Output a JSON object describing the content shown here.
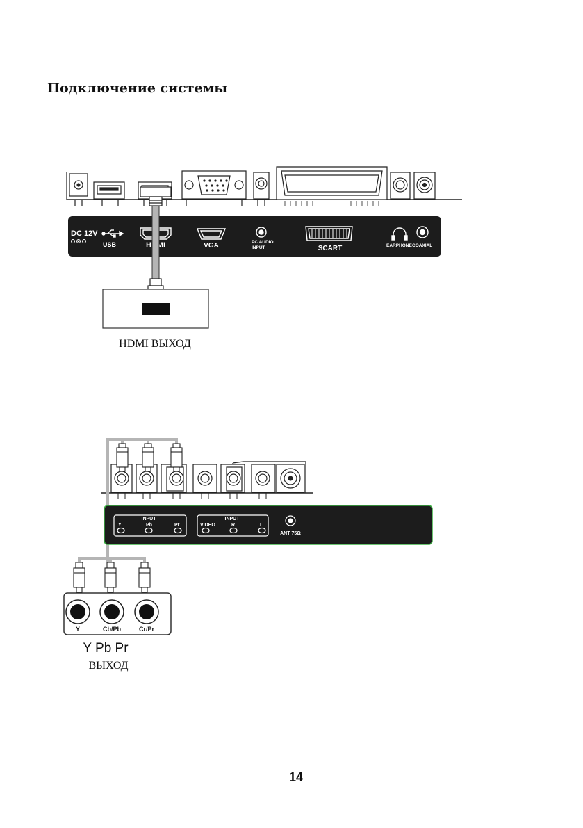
{
  "page": {
    "title": "Подключение системы",
    "page_number": "14"
  },
  "hdmi_diagram": {
    "panel_labels": {
      "dc": "DC 12V",
      "usb": "USB",
      "hdmi": "HDMI",
      "vga": "VGA",
      "pc_audio_line1": "PC AUDIO",
      "pc_audio_line2": "INPUT",
      "scart": "SCART",
      "earphone": "EARPHONE",
      "coaxial": "COAXIAL"
    },
    "device_label": "HDMI ВЫХОД"
  },
  "component_diagram": {
    "panel_labels": {
      "input_group1": "INPUT",
      "y": "Y",
      "pb": "Pb",
      "pr": "Pr",
      "input_group2": "INPUT",
      "video": "VIDEO",
      "r": "R",
      "l": "L",
      "ant": "ANT 75Ω"
    },
    "device_labels": {
      "y": "Y",
      "cbpb": "Cb/Pb",
      "crpr": "Cr/Pr"
    },
    "device_title_line1": "Y Pb Pr",
    "device_title_line2": "ВЫХОД"
  },
  "colors": {
    "panel": "#1c1c1c",
    "cable": "#b5b5b5",
    "accent_border": "#3cb043"
  }
}
